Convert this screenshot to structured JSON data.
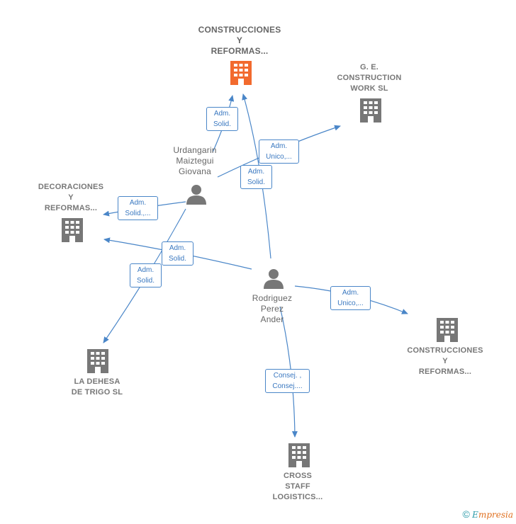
{
  "colors": {
    "edge": "#4a86c8",
    "company": "#777777",
    "main_company": "#f26a2e",
    "person": "#777777"
  },
  "nodes": {
    "construcciones_main": {
      "label": "CONSTRUCCIONES\nY\nREFORMAS...",
      "icon": "building-icon"
    },
    "ge_construction": {
      "label": "G. E.\nCONSTRUCTION\nWORK  SL",
      "icon": "building-icon"
    },
    "urdangarin": {
      "label": "Urdangarin\nMaiztegui\nGiovana",
      "icon": "person-icon"
    },
    "decoraciones": {
      "label": "DECORACIONES\nY\nREFORMAS...",
      "icon": "building-icon"
    },
    "rodriguez": {
      "label": "Rodriguez\nPerez\nAnder",
      "icon": "person-icon"
    },
    "construcciones_right": {
      "label": "CONSTRUCCIONES\nY\nREFORMAS...",
      "icon": "building-icon"
    },
    "la_dehesa": {
      "label": "LA DEHESA\nDE TRIGO SL",
      "icon": "building-icon"
    },
    "cross_staff": {
      "label": "CROSS\nSTAFF\nLOGISTICS...",
      "icon": "building-icon"
    }
  },
  "edges": {
    "e1": "Adm.\nSolid.",
    "e2": "Adm.\nUnico,...",
    "e3": "Adm.\nSolid.",
    "e4": "Adm.\nSolid.,...",
    "e5": "Adm.\nSolid.",
    "e6": "Adm.\nSolid.",
    "e7": "Adm.\nUnico,...",
    "e8": "Consej. ,\nConsej...."
  },
  "footer": {
    "copyright": "©",
    "brand_initial": "E",
    "brand_rest": "mpresia"
  }
}
